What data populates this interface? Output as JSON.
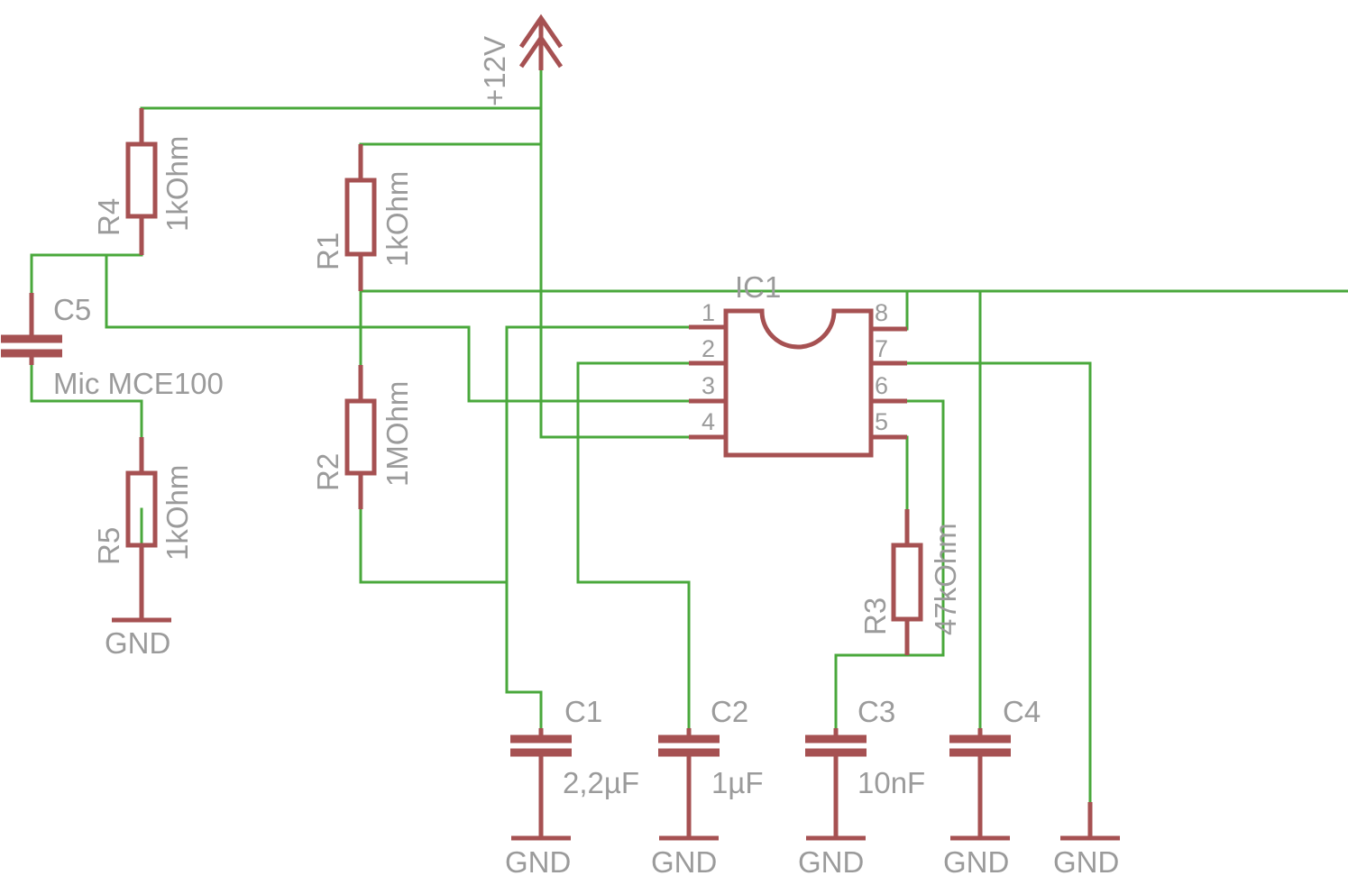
{
  "supply": {
    "label": "+12V"
  },
  "ic": {
    "name": "IC1",
    "pins": [
      "1",
      "2",
      "3",
      "4",
      "5",
      "6",
      "7",
      "8"
    ]
  },
  "resistors": [
    {
      "name": "R1",
      "value": "1kOhm"
    },
    {
      "name": "R2",
      "value": "1MOhm"
    },
    {
      "name": "R3",
      "value": "47kOhm"
    },
    {
      "name": "R4",
      "value": "1kOhm"
    },
    {
      "name": "R5",
      "value": "1kOhm"
    }
  ],
  "capacitors": [
    {
      "name": "C1",
      "value": "2,2µF"
    },
    {
      "name": "C2",
      "value": "1µF"
    },
    {
      "name": "C3",
      "value": "10nF"
    },
    {
      "name": "C4",
      "value": ""
    },
    {
      "name": "C5",
      "value": "Mic MCE100"
    }
  ],
  "ground": {
    "label": "GND"
  },
  "colors": {
    "wire": "#4aa83c",
    "part": "#a65152",
    "text": "#9b9b9b"
  }
}
